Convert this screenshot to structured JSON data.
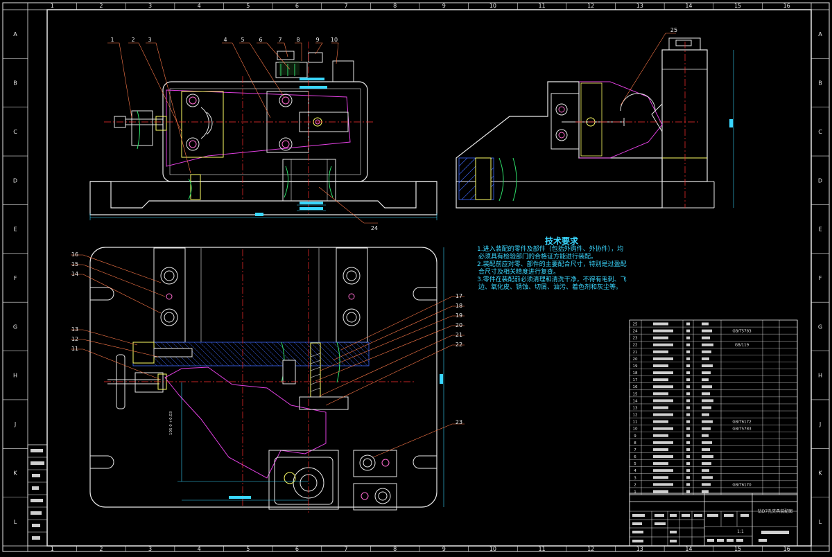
{
  "columns": [
    "1",
    "2",
    "3",
    "4",
    "5",
    "6",
    "7",
    "8",
    "9",
    "10",
    "11",
    "12",
    "13",
    "14",
    "15",
    "16"
  ],
  "rows": [
    "A",
    "B",
    "C",
    "D",
    "E",
    "F",
    "G",
    "H",
    "J",
    "K",
    "L"
  ],
  "top_view_callouts": [
    "1",
    "2",
    "3",
    "4",
    "5",
    "6",
    "7",
    "8",
    "9",
    "10"
  ],
  "side_view_callout": "25",
  "bottom_callout": "24",
  "plan_callouts_left": [
    "16",
    "15",
    "14",
    "13",
    "12",
    "11"
  ],
  "plan_callouts_right": [
    "17",
    "18",
    "19",
    "20",
    "21",
    "22"
  ],
  "plan_callout_lower": "23",
  "dim_tech_note": "105 0 +0.03",
  "technical_requirements": {
    "title": "技术要求",
    "lines": [
      "1.进入装配的零件及部件（包括外购件、外协件），均",
      "必须具有检验部门的合格证方能进行装配。",
      "2.装配前应对零、部件的主要配合尺寸，特别是过盈配",
      "合尺寸及相关精度进行复查。",
      "3.零件在装配前必须清理和清洗干净，不得有毛刺、飞",
      "边、氧化皮、锈蚀、切屑、油污、着色剂和灰尘等。"
    ]
  },
  "bom_rows": [
    "25",
    "24",
    "23",
    "22",
    "21",
    "20",
    "19",
    "18",
    "17",
    "16",
    "15",
    "14",
    "13",
    "12",
    "11",
    "10",
    "9",
    "8",
    "7",
    "6",
    "5",
    "4",
    "3",
    "2",
    "1"
  ],
  "bom_notes": {
    "r24": "GB/T5783",
    "r22": "GB/119",
    "r11": "GB/T6172",
    "r10": "GB/T5783",
    "r2": "GB/T6170"
  },
  "title_block": {
    "drawing_name": "钻D7孔夹具装配图",
    "scale_hint": "1:1"
  }
}
